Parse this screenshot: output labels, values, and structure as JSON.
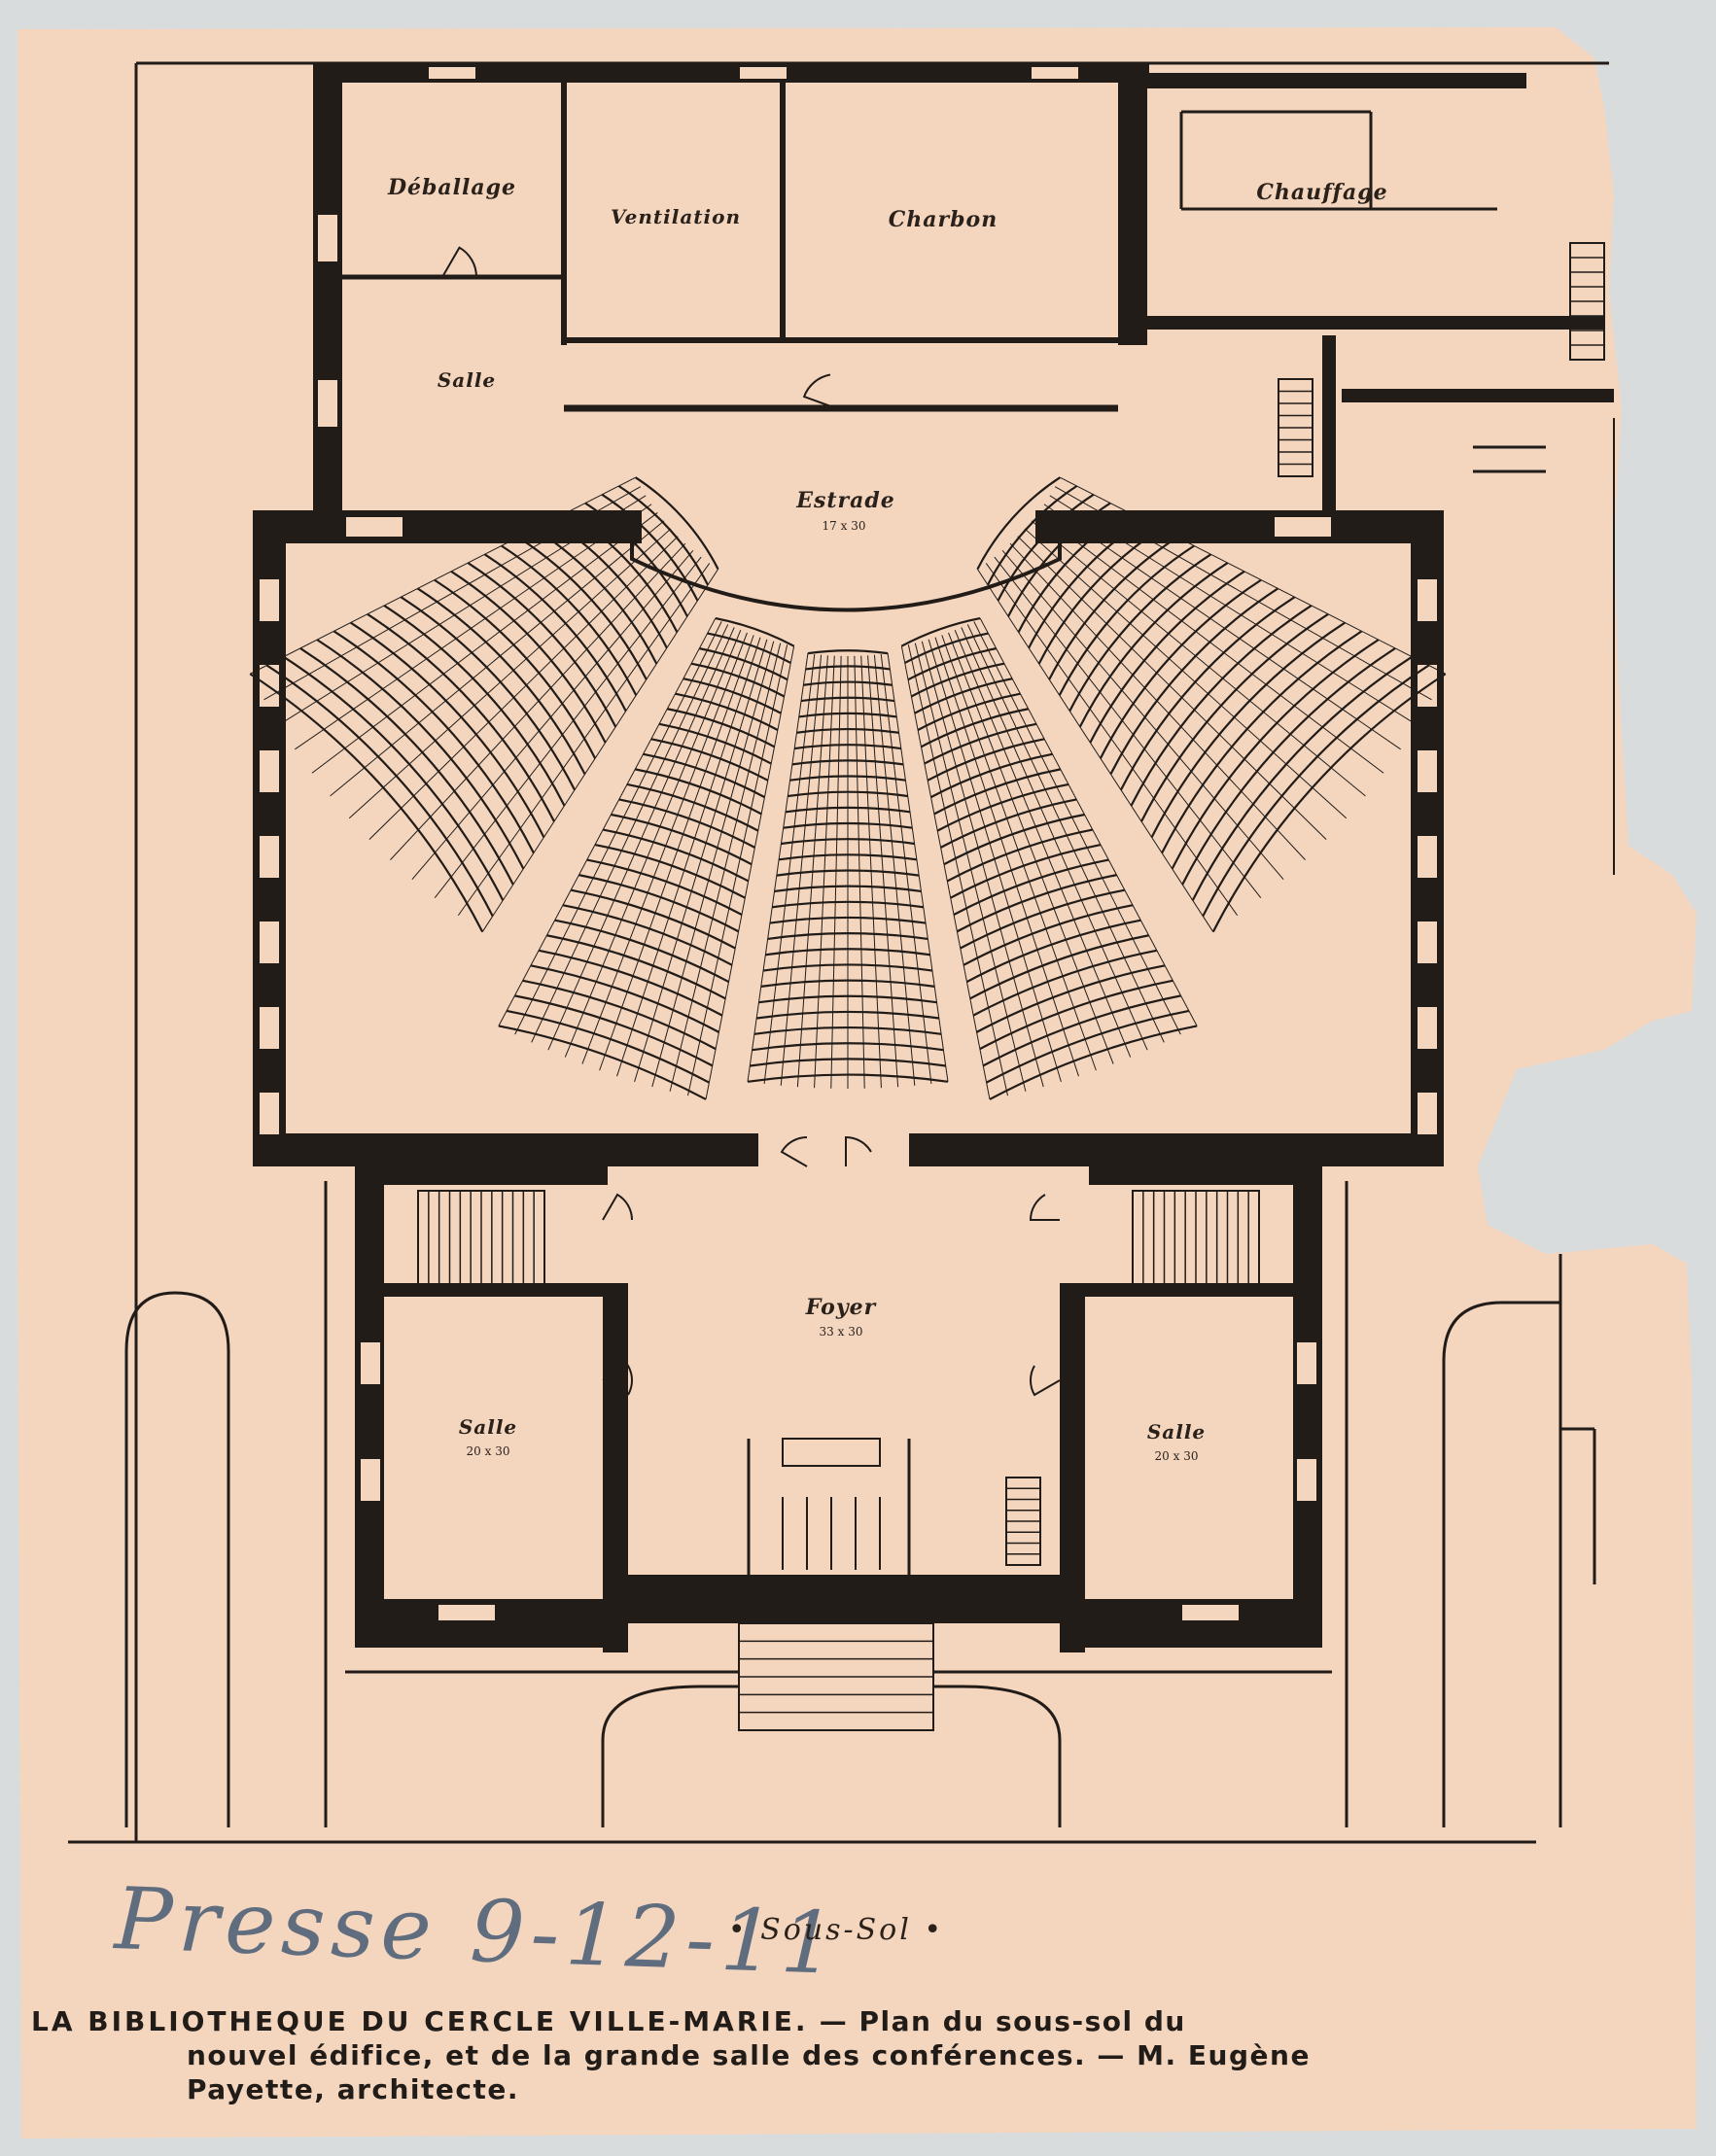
{
  "colors": {
    "paper": "#f4d6bf",
    "ink": "#221c18",
    "backdrop": "#d9dcdd",
    "handwriting": "#53657a"
  },
  "rooms": {
    "deballage": "Déballage",
    "ventilation": "Ventilation",
    "charbon": "Charbon",
    "chauffage": "Chauffage",
    "salle_upper": "Salle",
    "estrade": "Estrade",
    "estrade_dim": "17 x 30",
    "foyer": "Foyer",
    "foyer_dim": "33 x 30",
    "salle_left": "Salle",
    "salle_left_dim": "20 x 30",
    "salle_right": "Salle",
    "salle_right_dim": "20 x 30"
  },
  "floor_name": "• Sous-Sol •",
  "handwritten_note": "Presse 9-12-11",
  "caption": {
    "title": "LA BIBLIOTHEQUE DU CERCLE VILLE-MARIE.",
    "line1_rest": " — Plan du sous-sol du",
    "line2": "nouvel édifice, et de la grande salle des conférences. — M. Eugène",
    "line3": "Payette, architecte."
  }
}
